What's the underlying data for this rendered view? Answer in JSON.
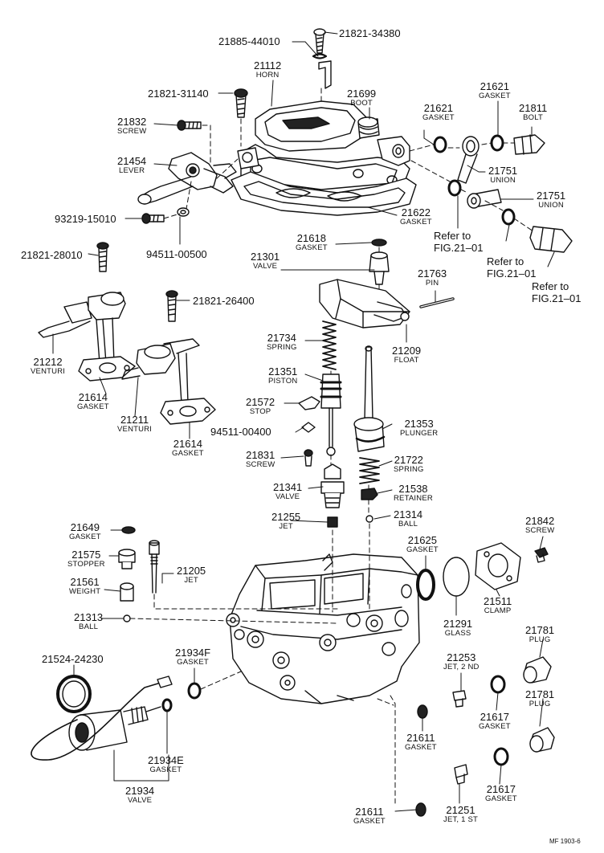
{
  "parts": [
    {
      "id": "p01",
      "number": "21885-44010",
      "name": ""
    },
    {
      "id": "p02",
      "number": "21821-34380",
      "name": ""
    },
    {
      "id": "p03",
      "number": "21112",
      "name": "HORN"
    },
    {
      "id": "p04",
      "number": "21821-31140",
      "name": ""
    },
    {
      "id": "p05",
      "number": "21699",
      "name": "BOOT"
    },
    {
      "id": "p06",
      "number": "21621",
      "name": "GASKET"
    },
    {
      "id": "p07",
      "number": "21621",
      "name": "GASKET"
    },
    {
      "id": "p08",
      "number": "21811",
      "name": "BOLT"
    },
    {
      "id": "p09",
      "number": "21832",
      "name": "SCREW"
    },
    {
      "id": "p10",
      "number": "21454",
      "name": "LEVER"
    },
    {
      "id": "p11",
      "number": "21751",
      "name": "UNION"
    },
    {
      "id": "p12",
      "number": "21751",
      "name": "UNION"
    },
    {
      "id": "p13",
      "number": "21622",
      "name": "GASKET"
    },
    {
      "id": "p14",
      "number": "93219-15010",
      "name": ""
    },
    {
      "id": "p15",
      "number": "21821-28010",
      "name": ""
    },
    {
      "id": "p16",
      "number": "94511-00500",
      "name": ""
    },
    {
      "id": "p17",
      "number": "21618",
      "name": "GASKET"
    },
    {
      "id": "p18",
      "number": "21301",
      "name": "VALVE"
    },
    {
      "id": "p19",
      "number": "21763",
      "name": "PIN"
    },
    {
      "id": "p20",
      "number": "21821-26400",
      "name": ""
    },
    {
      "id": "p21",
      "number": "21734",
      "name": "SPRING"
    },
    {
      "id": "p22",
      "number": "21209",
      "name": "FLOAT"
    },
    {
      "id": "p23",
      "number": "21212",
      "name": "VENTURI"
    },
    {
      "id": "p24",
      "number": "21351",
      "name": "PISTON"
    },
    {
      "id": "p25",
      "number": "21614",
      "name": "GASKET"
    },
    {
      "id": "p26",
      "number": "21572",
      "name": "STOP"
    },
    {
      "id": "p27",
      "number": "21353",
      "name": "PLUNGER"
    },
    {
      "id": "p28",
      "number": "21211",
      "name": "VENTURI"
    },
    {
      "id": "p29",
      "number": "94511-00400",
      "name": ""
    },
    {
      "id": "p30",
      "number": "21614",
      "name": "GASKET"
    },
    {
      "id": "p31",
      "number": "21831",
      "name": "SCREW"
    },
    {
      "id": "p32",
      "number": "21722",
      "name": "SPRING"
    },
    {
      "id": "p33",
      "number": "21341",
      "name": "VALVE"
    },
    {
      "id": "p34",
      "number": "21538",
      "name": "RETAINER"
    },
    {
      "id": "p35",
      "number": "21255",
      "name": "JET"
    },
    {
      "id": "p36",
      "number": "21314",
      "name": "BALL"
    },
    {
      "id": "p37",
      "number": "21842",
      "name": "SCREW"
    },
    {
      "id": "p38",
      "number": "21649",
      "name": "GASKET"
    },
    {
      "id": "p39",
      "number": "21625",
      "name": "GASKET"
    },
    {
      "id": "p40",
      "number": "21575",
      "name": "STOPPER"
    },
    {
      "id": "p41",
      "number": "21205",
      "name": "JET"
    },
    {
      "id": "p42",
      "number": "21561",
      "name": "WEIGHT"
    },
    {
      "id": "p43",
      "number": "21511",
      "name": "CLAMP"
    },
    {
      "id": "p44",
      "number": "21313",
      "name": "BALL"
    },
    {
      "id": "p45",
      "number": "21291",
      "name": "GLASS"
    },
    {
      "id": "p46",
      "number": "21781",
      "name": "PLUG"
    },
    {
      "id": "p47",
      "number": "21524-24230",
      "name": ""
    },
    {
      "id": "p48",
      "number": "21934F",
      "name": "GASKET"
    },
    {
      "id": "p49",
      "number": "21253",
      "name": "JET, 2 ND"
    },
    {
      "id": "p50",
      "number": "21781",
      "name": "PLUG"
    },
    {
      "id": "p51",
      "number": "21617",
      "name": "GASKET"
    },
    {
      "id": "p52",
      "number": "21611",
      "name": "GASKET"
    },
    {
      "id": "p53",
      "number": "21934E",
      "name": "GASKET"
    },
    {
      "id": "p54",
      "number": "21934",
      "name": "VALVE"
    },
    {
      "id": "p55",
      "number": "21617",
      "name": "GASKET"
    },
    {
      "id": "p56",
      "number": "21611",
      "name": "GASKET"
    },
    {
      "id": "p57",
      "number": "21251",
      "name": "JET, 1 ST"
    }
  ],
  "references": [
    {
      "id": "r1",
      "line1": "Refer to",
      "line2": "FIG.21–01"
    },
    {
      "id": "r2",
      "line1": "Refer to",
      "line2": "FIG.21–01"
    },
    {
      "id": "r3",
      "line1": "Refer to",
      "line2": "FIG.21–01"
    }
  ],
  "footer": {
    "code": "MF  1903-6"
  }
}
